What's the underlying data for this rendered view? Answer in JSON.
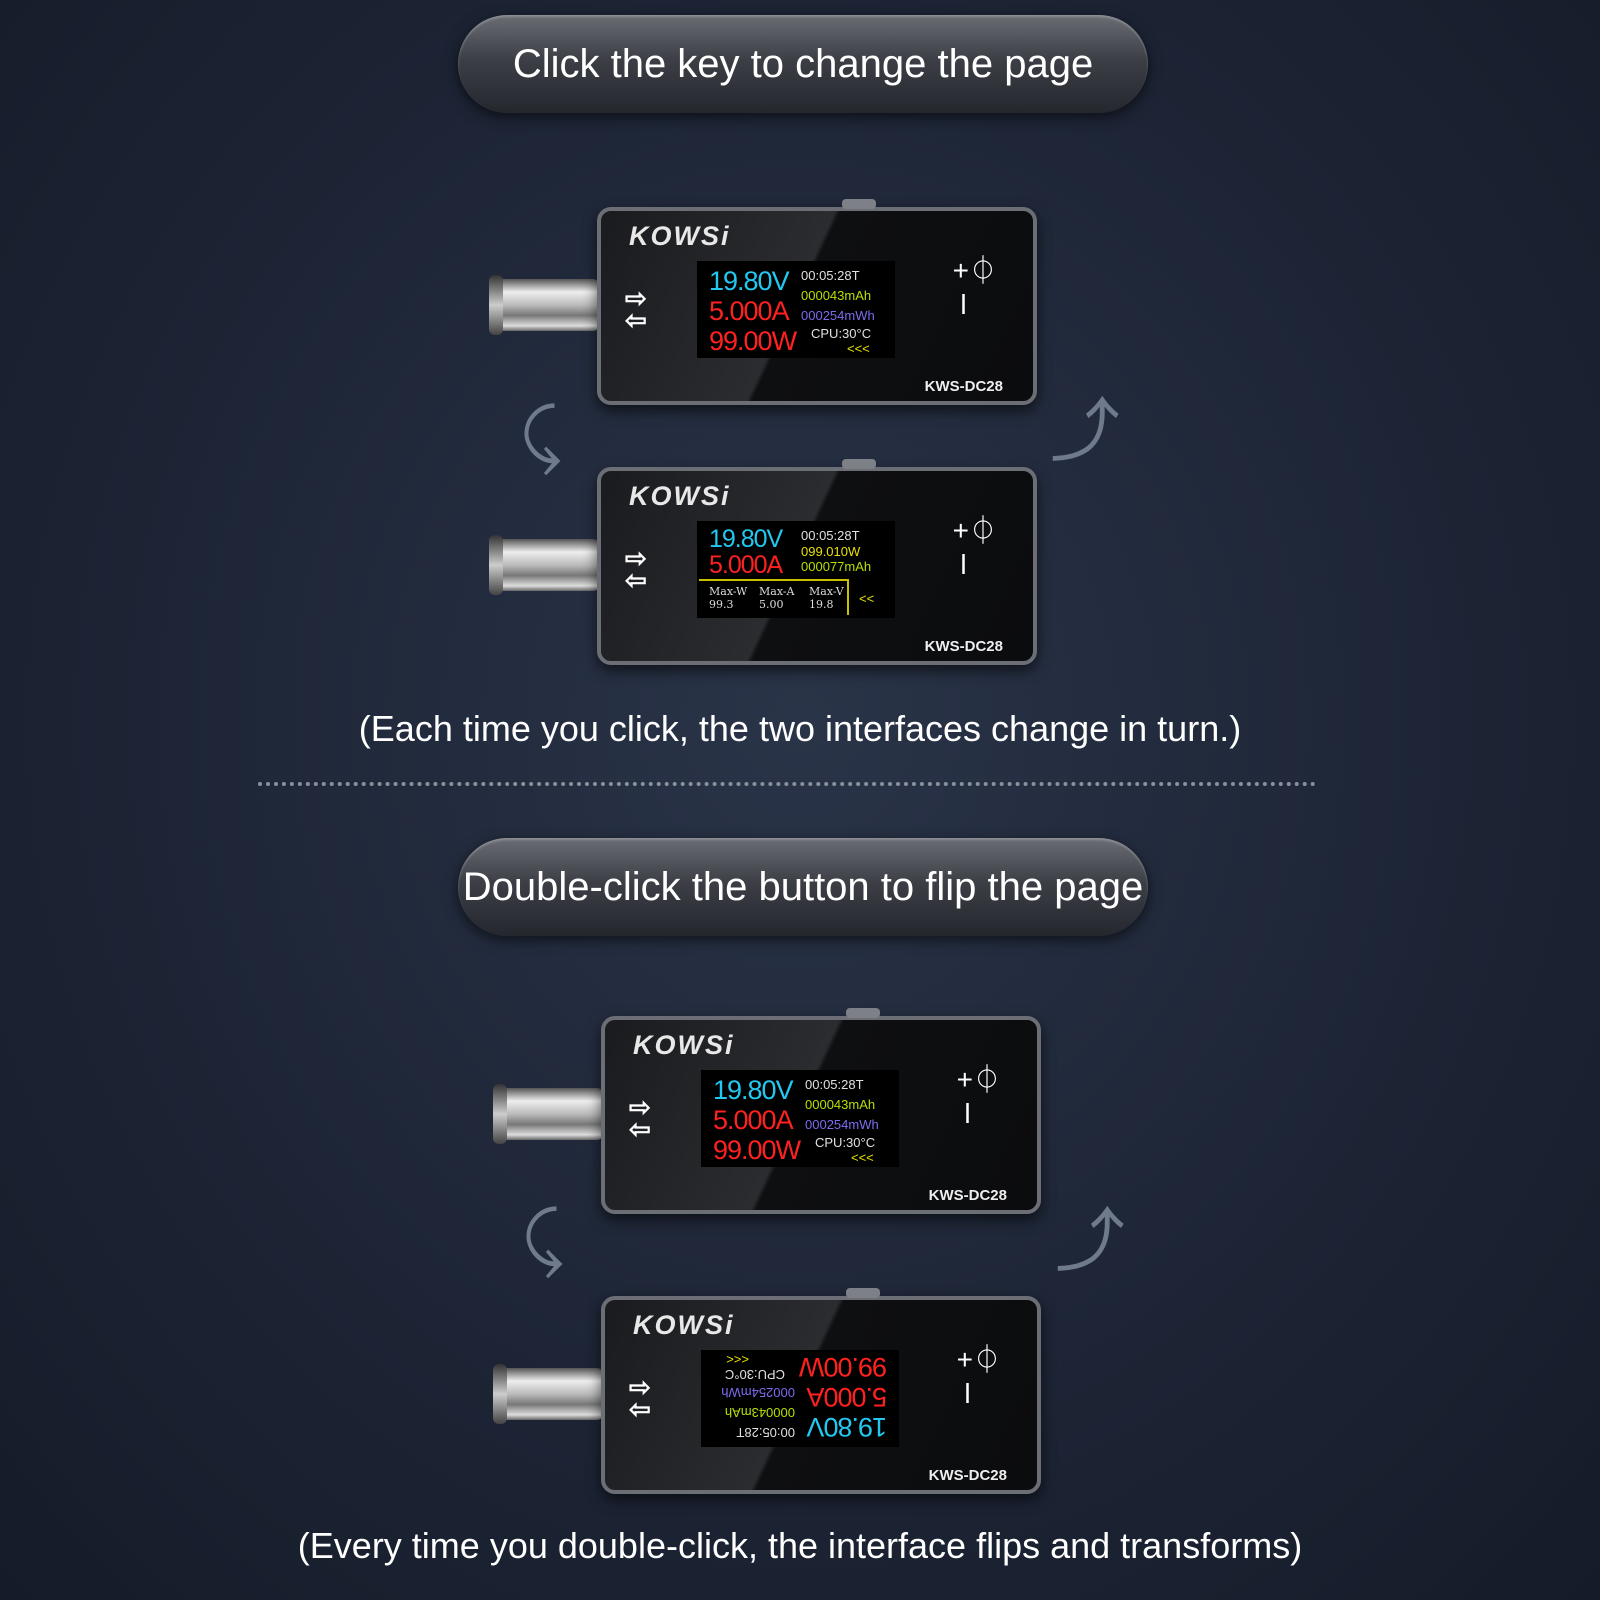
{
  "top_banner": "Click the key to change the page",
  "top_caption": "(Each time you click, the two interfaces change in turn.)",
  "bottom_banner": "Double-click the button to flip the page",
  "bottom_caption": "(Every time you double-click, the interface flips and transforms)",
  "colors": {
    "voltage": "#22c8f0",
    "current": "#ff2020",
    "power": "#ff2020",
    "time": "#e0e0e0",
    "mah": "#b6e000",
    "mwh": "#7b6cf0",
    "cpu": "#e0e0e0",
    "chevrons": "#e8e000",
    "energy": "#e8e000"
  },
  "device": {
    "brand": "KOWSi",
    "model": "KWS-DC28",
    "dir_icon": "exchange-arrows-icon",
    "switch_icon": "plus-minus-switch-icon"
  },
  "screen_a": {
    "voltage": "19.80V",
    "current": "5.000A",
    "power": "99.00W",
    "time": "00:05:28T",
    "mah": "000043mAh",
    "mwh": "000254mWh",
    "cpu": "CPU:30°C",
    "chevrons": "<<<"
  },
  "screen_b": {
    "voltage": "19.80V",
    "current": "5.000A",
    "time": "00:05:28T",
    "energy": "099.010W",
    "mah": "000077mAh",
    "chevrons": "<<",
    "maxes": [
      {
        "label": "Max-W",
        "value": "99.3"
      },
      {
        "label": "Max-A",
        "value": "5.00"
      },
      {
        "label": "Max-V",
        "value": "19.8"
      }
    ]
  }
}
